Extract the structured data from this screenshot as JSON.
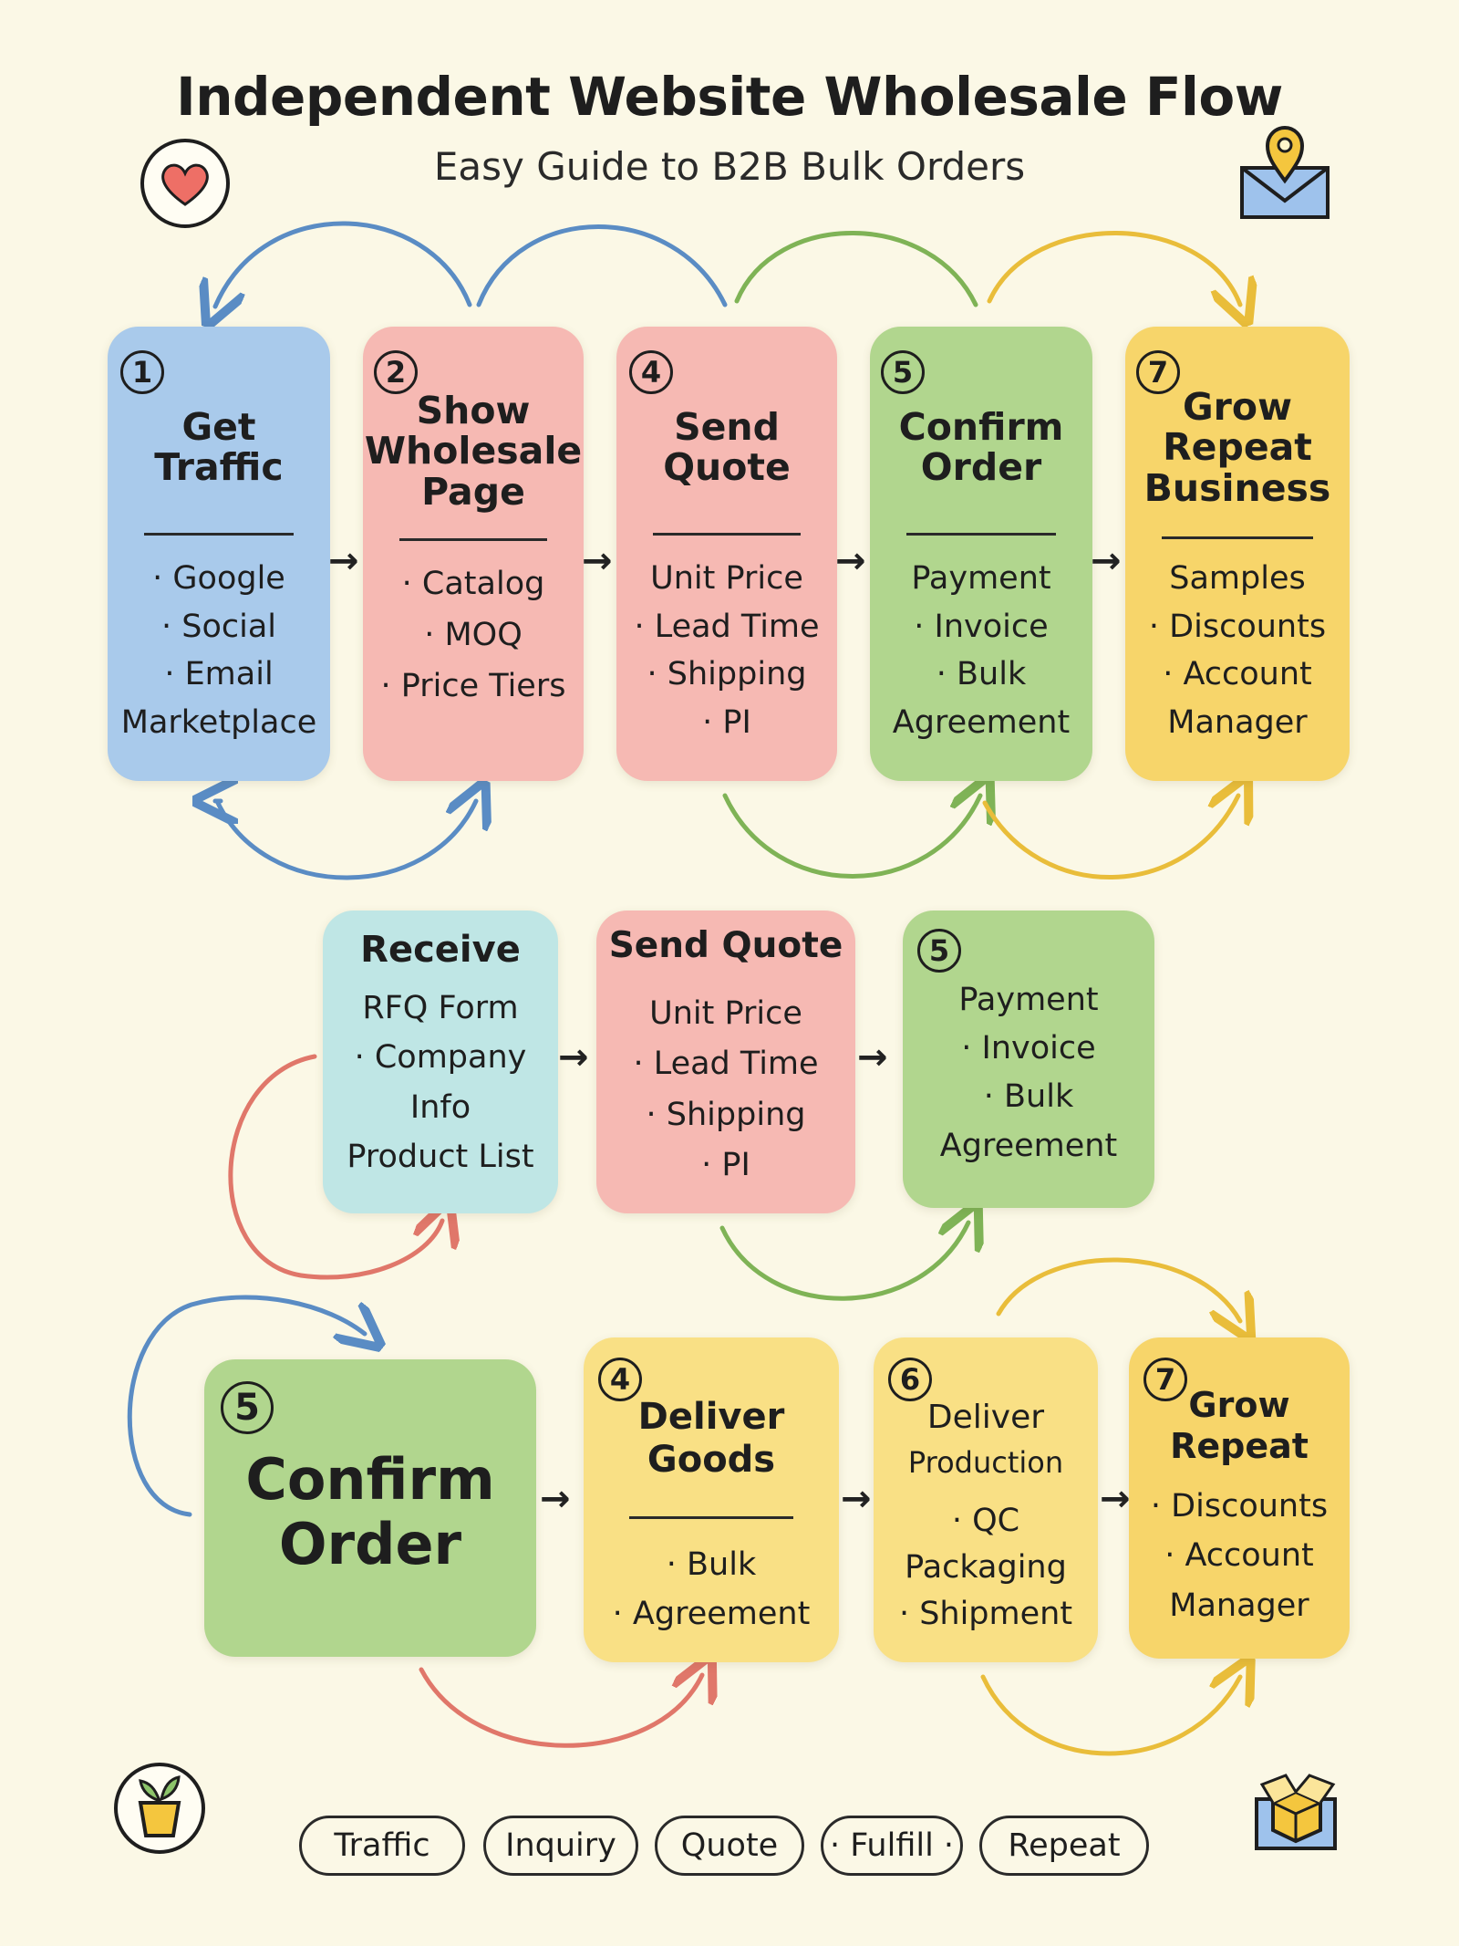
{
  "header": {
    "title": "Independent Website Wholesale Flow",
    "subtitle": "Easy Guide to B2B Bulk Orders"
  },
  "row1": [
    {
      "num": "1",
      "title": [
        "Get",
        "Traffic"
      ],
      "items": [
        "· Google",
        "· Social",
        "· Email",
        "Marketplace"
      ],
      "color": "#a9caeb"
    },
    {
      "num": "2",
      "title": [
        "Show",
        "Wholesale",
        "Page"
      ],
      "items": [
        "· Catalog",
        "· MOQ",
        "· Price Tiers"
      ],
      "color": "#f6b9b3"
    },
    {
      "num": "4",
      "title": [
        "Send",
        "Quote"
      ],
      "items": [
        "Unit Price",
        "· Lead Time",
        "· Shipping",
        "· PI"
      ],
      "color": "#f6b9b3"
    },
    {
      "num": "5",
      "title": [
        "Confirm",
        "Order"
      ],
      "items": [
        "Payment",
        "· Invoice",
        "· Bulk",
        "Agreement"
      ],
      "color": "#b1d68e"
    },
    {
      "num": "7",
      "title": [
        "Grow",
        "Repeat",
        "Business"
      ],
      "items": [
        "Samples",
        "· Discounts",
        "· Account",
        "Manager"
      ],
      "color": "#f7d56a"
    }
  ],
  "row2": [
    {
      "title": "Receive",
      "items": [
        "RFQ Form",
        "· Company",
        "Info",
        "Product List"
      ],
      "color": "#bfe6e5"
    },
    {
      "title": "Send Quote",
      "items": [
        "Unit Price",
        "· Lead Time",
        "· Shipping",
        "· PI"
      ],
      "color": "#f6b9b3"
    },
    {
      "num": "5",
      "items": [
        "Payment",
        "· Invoice",
        "· Bulk",
        "Agreement"
      ],
      "color": "#b1d68e"
    }
  ],
  "row3": [
    {
      "num": "5",
      "title": [
        "Confirm",
        "Order"
      ],
      "color": "#b1d68e"
    },
    {
      "num": "4",
      "title": [
        "Deliver",
        "Goods"
      ],
      "items": [
        "· Bulk",
        "· Agreement"
      ],
      "color": "#f9e085"
    },
    {
      "num": "6",
      "title": [
        "Deliver",
        "Production"
      ],
      "items": [
        "· QC",
        "Packaging",
        "· Shipment"
      ],
      "color": "#f9e085"
    },
    {
      "num": "7",
      "title": [
        "Grow",
        "Repeat"
      ],
      "items": [
        "· Discounts",
        "· Account",
        "Manager"
      ],
      "color": "#f7d56a"
    }
  ],
  "arrow_glyph": "→",
  "footer": {
    "stages": [
      "Traffic",
      "Inquiry",
      "Quote",
      "· Fulfill ·",
      "Repeat"
    ]
  },
  "icons": [
    "heart-icon",
    "location-pin-envelope-icon",
    "potted-plant-icon",
    "open-box-icon"
  ],
  "colors": {
    "blue_arrow": "#5a8cc4",
    "green_arrow": "#7fb356",
    "yellow_arrow": "#e9bd3a",
    "red_arrow": "#e0776a"
  }
}
